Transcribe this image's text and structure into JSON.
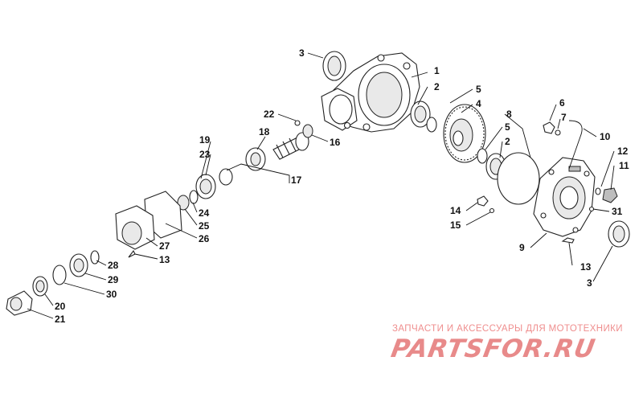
{
  "callouts": [
    {
      "id": "1",
      "text": "1"
    },
    {
      "id": "2a",
      "text": "2"
    },
    {
      "id": "2b",
      "text": "2"
    },
    {
      "id": "3a",
      "text": "3"
    },
    {
      "id": "3b",
      "text": "3"
    },
    {
      "id": "4",
      "text": "4"
    },
    {
      "id": "5a",
      "text": "5"
    },
    {
      "id": "5b",
      "text": "5"
    },
    {
      "id": "6",
      "text": "6"
    },
    {
      "id": "7",
      "text": "7"
    },
    {
      "id": "8",
      "text": "8"
    },
    {
      "id": "9",
      "text": "9"
    },
    {
      "id": "10",
      "text": "10"
    },
    {
      "id": "11",
      "text": "11"
    },
    {
      "id": "12",
      "text": "12"
    },
    {
      "id": "13a",
      "text": "13"
    },
    {
      "id": "13b",
      "text": "13"
    },
    {
      "id": "14",
      "text": "14"
    },
    {
      "id": "15",
      "text": "15"
    },
    {
      "id": "16",
      "text": "16"
    },
    {
      "id": "17",
      "text": "17"
    },
    {
      "id": "18",
      "text": "18"
    },
    {
      "id": "19",
      "text": "19"
    },
    {
      "id": "20",
      "text": "20"
    },
    {
      "id": "21",
      "text": "21"
    },
    {
      "id": "22",
      "text": "22"
    },
    {
      "id": "23",
      "text": "23"
    },
    {
      "id": "24",
      "text": "24"
    },
    {
      "id": "25",
      "text": "25"
    },
    {
      "id": "26",
      "text": "26"
    },
    {
      "id": "27",
      "text": "27"
    },
    {
      "id": "28",
      "text": "28"
    },
    {
      "id": "29",
      "text": "29"
    },
    {
      "id": "30",
      "text": "30"
    },
    {
      "id": "31",
      "text": "31"
    }
  ],
  "watermark": {
    "tagline": "ЗАПЧАСТИ И АКСЕССУАРЫ ДЛЯ МОТОТЕХНИКИ",
    "logo": "PARTSFOR.RU"
  }
}
